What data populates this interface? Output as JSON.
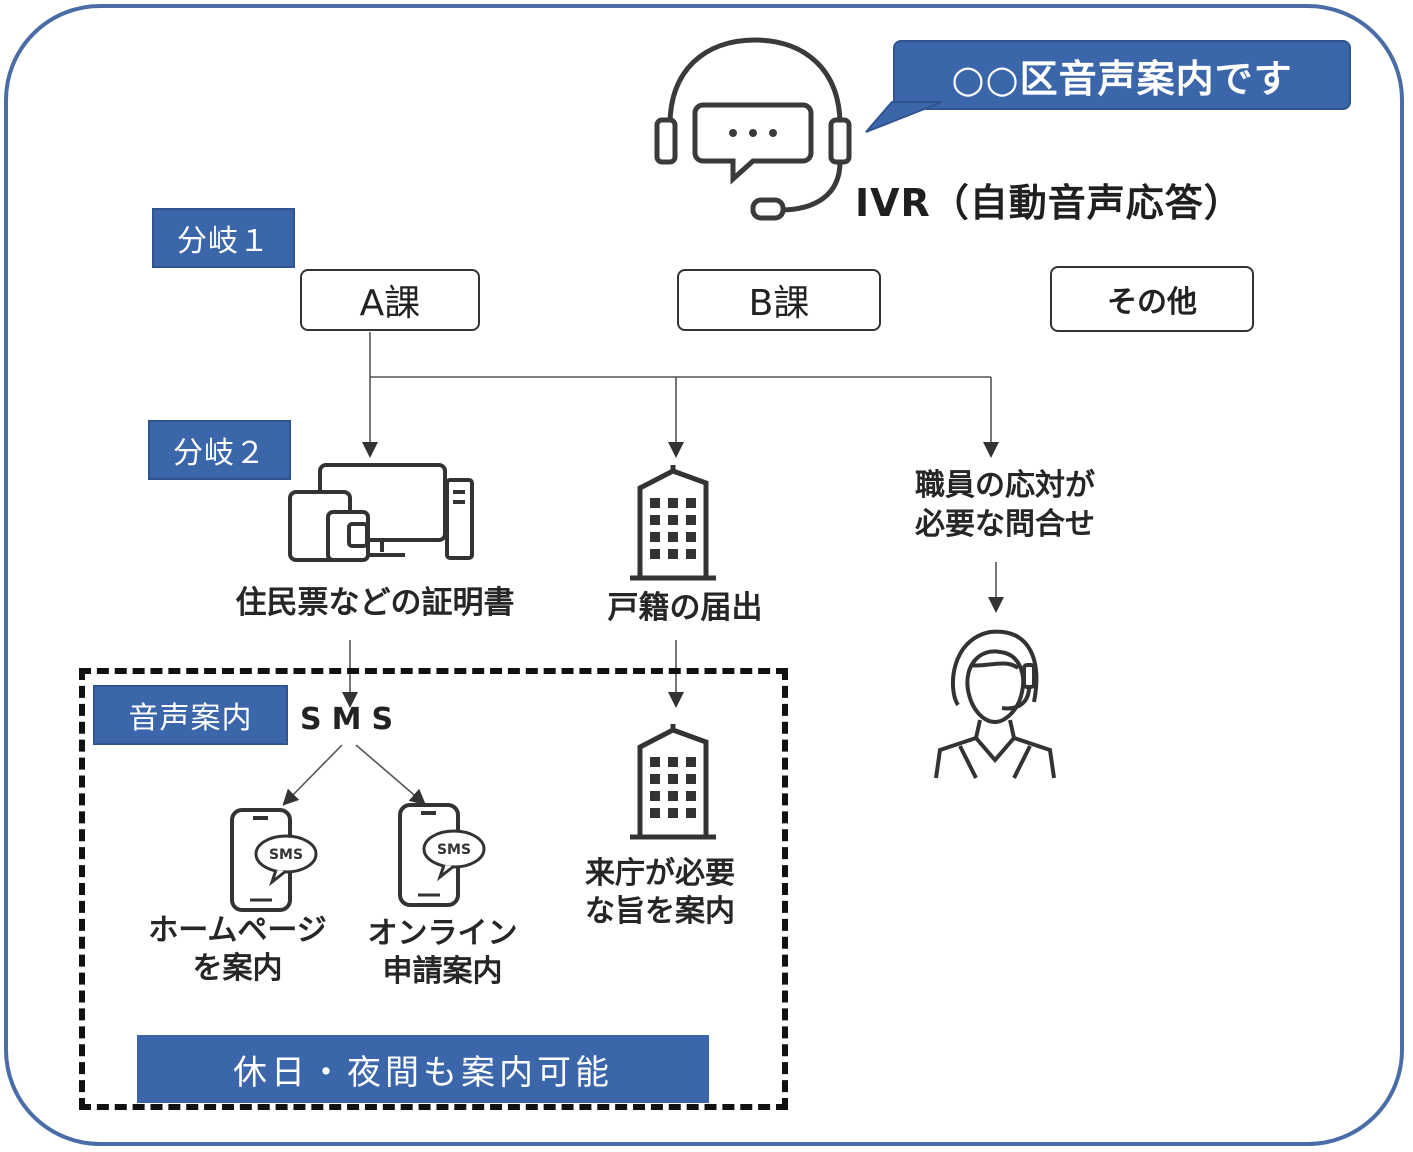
{
  "ivr": {
    "bubble_text": "○○区音声案内です",
    "title": "IVR（自動音声応答）"
  },
  "branch_tags": {
    "branch1": "分岐１",
    "branch2": "分岐２",
    "voice_guide": "音声案内"
  },
  "departments": {
    "a": "A課",
    "b": "B課",
    "other": "その他"
  },
  "level2": {
    "certificates": "住民票などの証明書",
    "family_register": "戸籍の届出",
    "staff_needed": "職員の応対が\n必要な問合せ"
  },
  "sms": {
    "label": "SMS",
    "homepage": "ホームページ\nを案内",
    "online": "オンライン\n申請案内",
    "visit": "来庁が必要\nな旨を案内",
    "bubble_text": "SMS"
  },
  "banner": "休日・夜間も案内可能",
  "colors": {
    "accent": "#3b66aa",
    "frame": "#4a6da7"
  }
}
